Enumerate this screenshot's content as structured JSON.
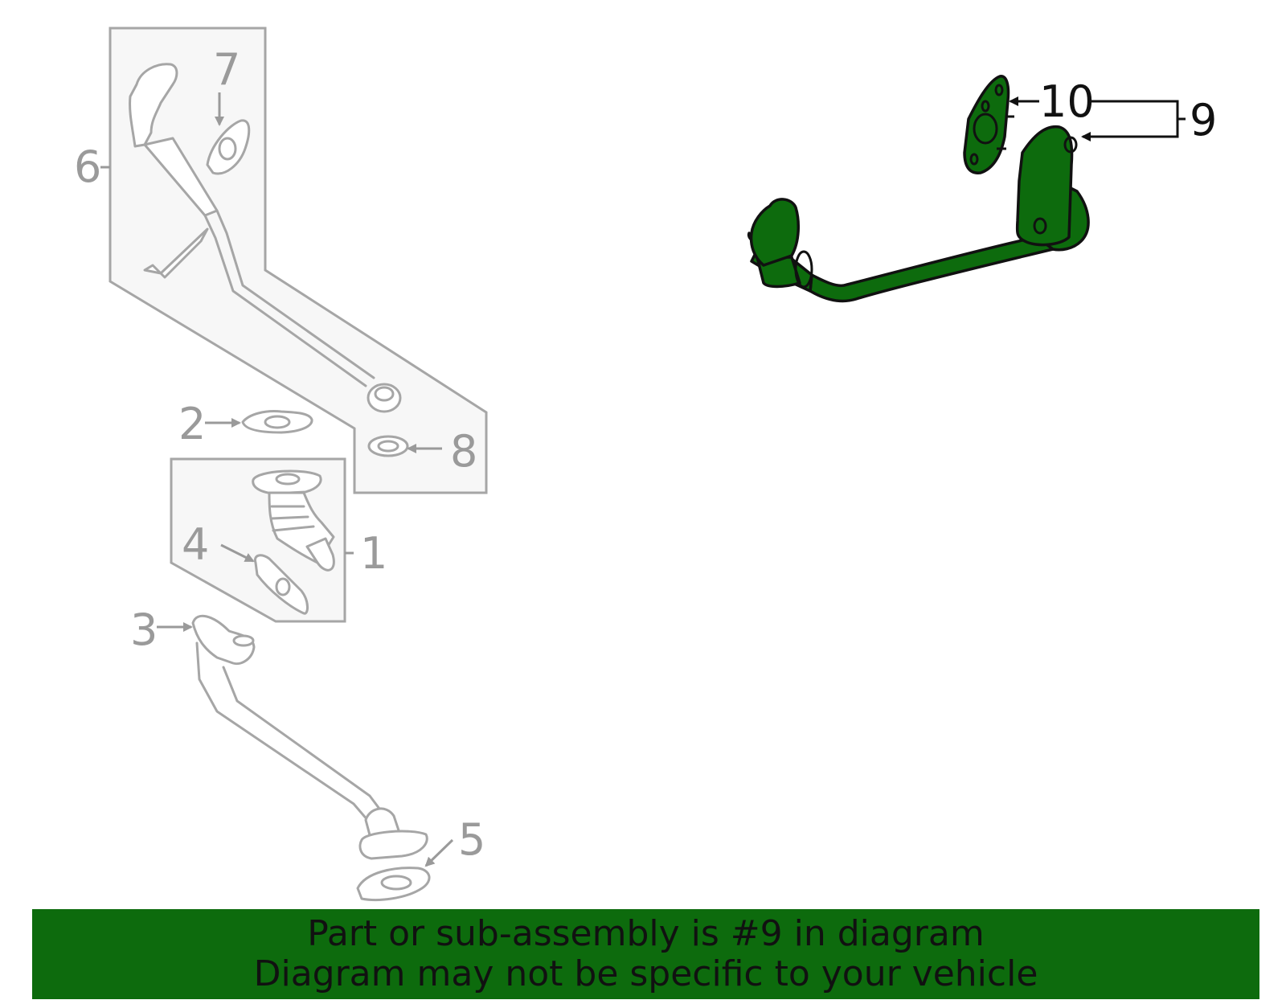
{
  "callouts": {
    "c1": "1",
    "c2": "2",
    "c3": "3",
    "c4": "4",
    "c5": "5",
    "c6": "6",
    "c7": "7",
    "c8": "8",
    "c9": "9",
    "c10": "10"
  },
  "footer": {
    "line1": "Part or sub-assembly is #9 in diagram",
    "line2": "Diagram may not be specific to your vehicle"
  },
  "colors": {
    "highlight": "#0d6b0d",
    "muted": "#a6a6a6",
    "box_fill": "#f7f7f7"
  }
}
